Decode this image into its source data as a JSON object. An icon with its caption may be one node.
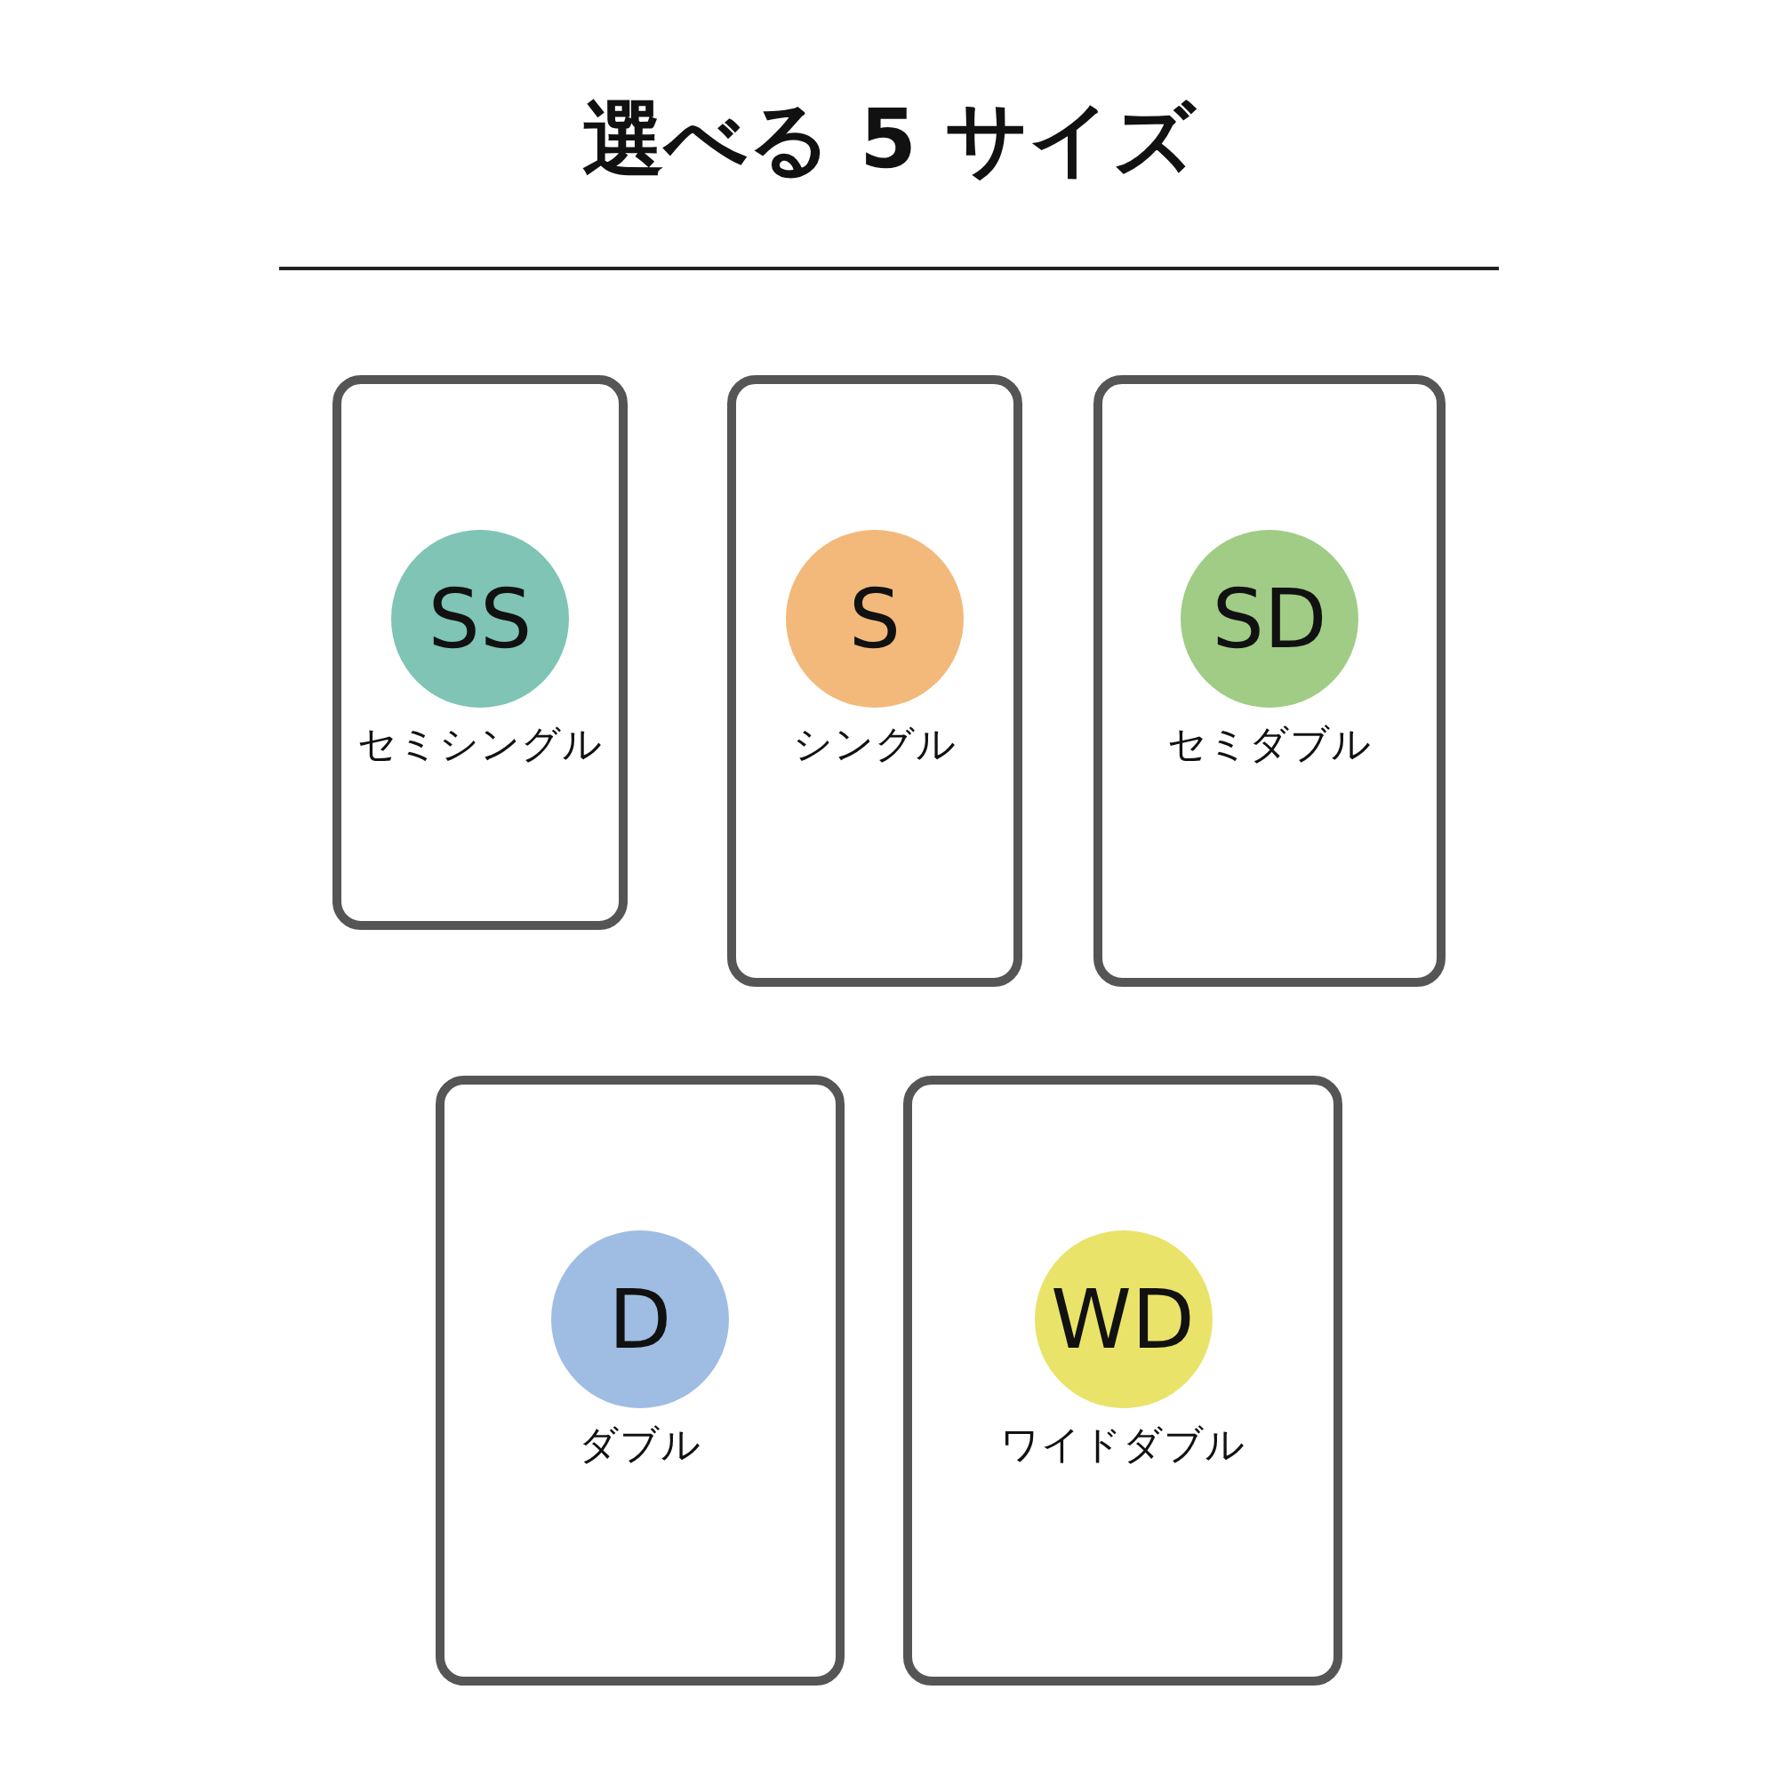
{
  "diagram": {
    "title": "選べる 5 サイズ",
    "nodes": [
      {
        "text": [
          "セミシングル"
        ]
      },
      {
        "text": [
          "SS"
        ],
        "in": 0
      },
      {
        "text": [
          "シングル"
        ]
      },
      {
        "text": [
          "S"
        ],
        "in": 2
      },
      {
        "text": [
          "セミダブル"
        ]
      },
      {
        "text": [
          "SD"
        ],
        "in": 4
      },
      {
        "text": [
          "ダブル"
        ]
      },
      {
        "text": [
          "D"
        ],
        "in": 6
      },
      {
        "text": [
          "ワイドダブル"
        ]
      },
      {
        "text": [
          "WD"
        ],
        "in": 8
      }
    ]
  }
}
